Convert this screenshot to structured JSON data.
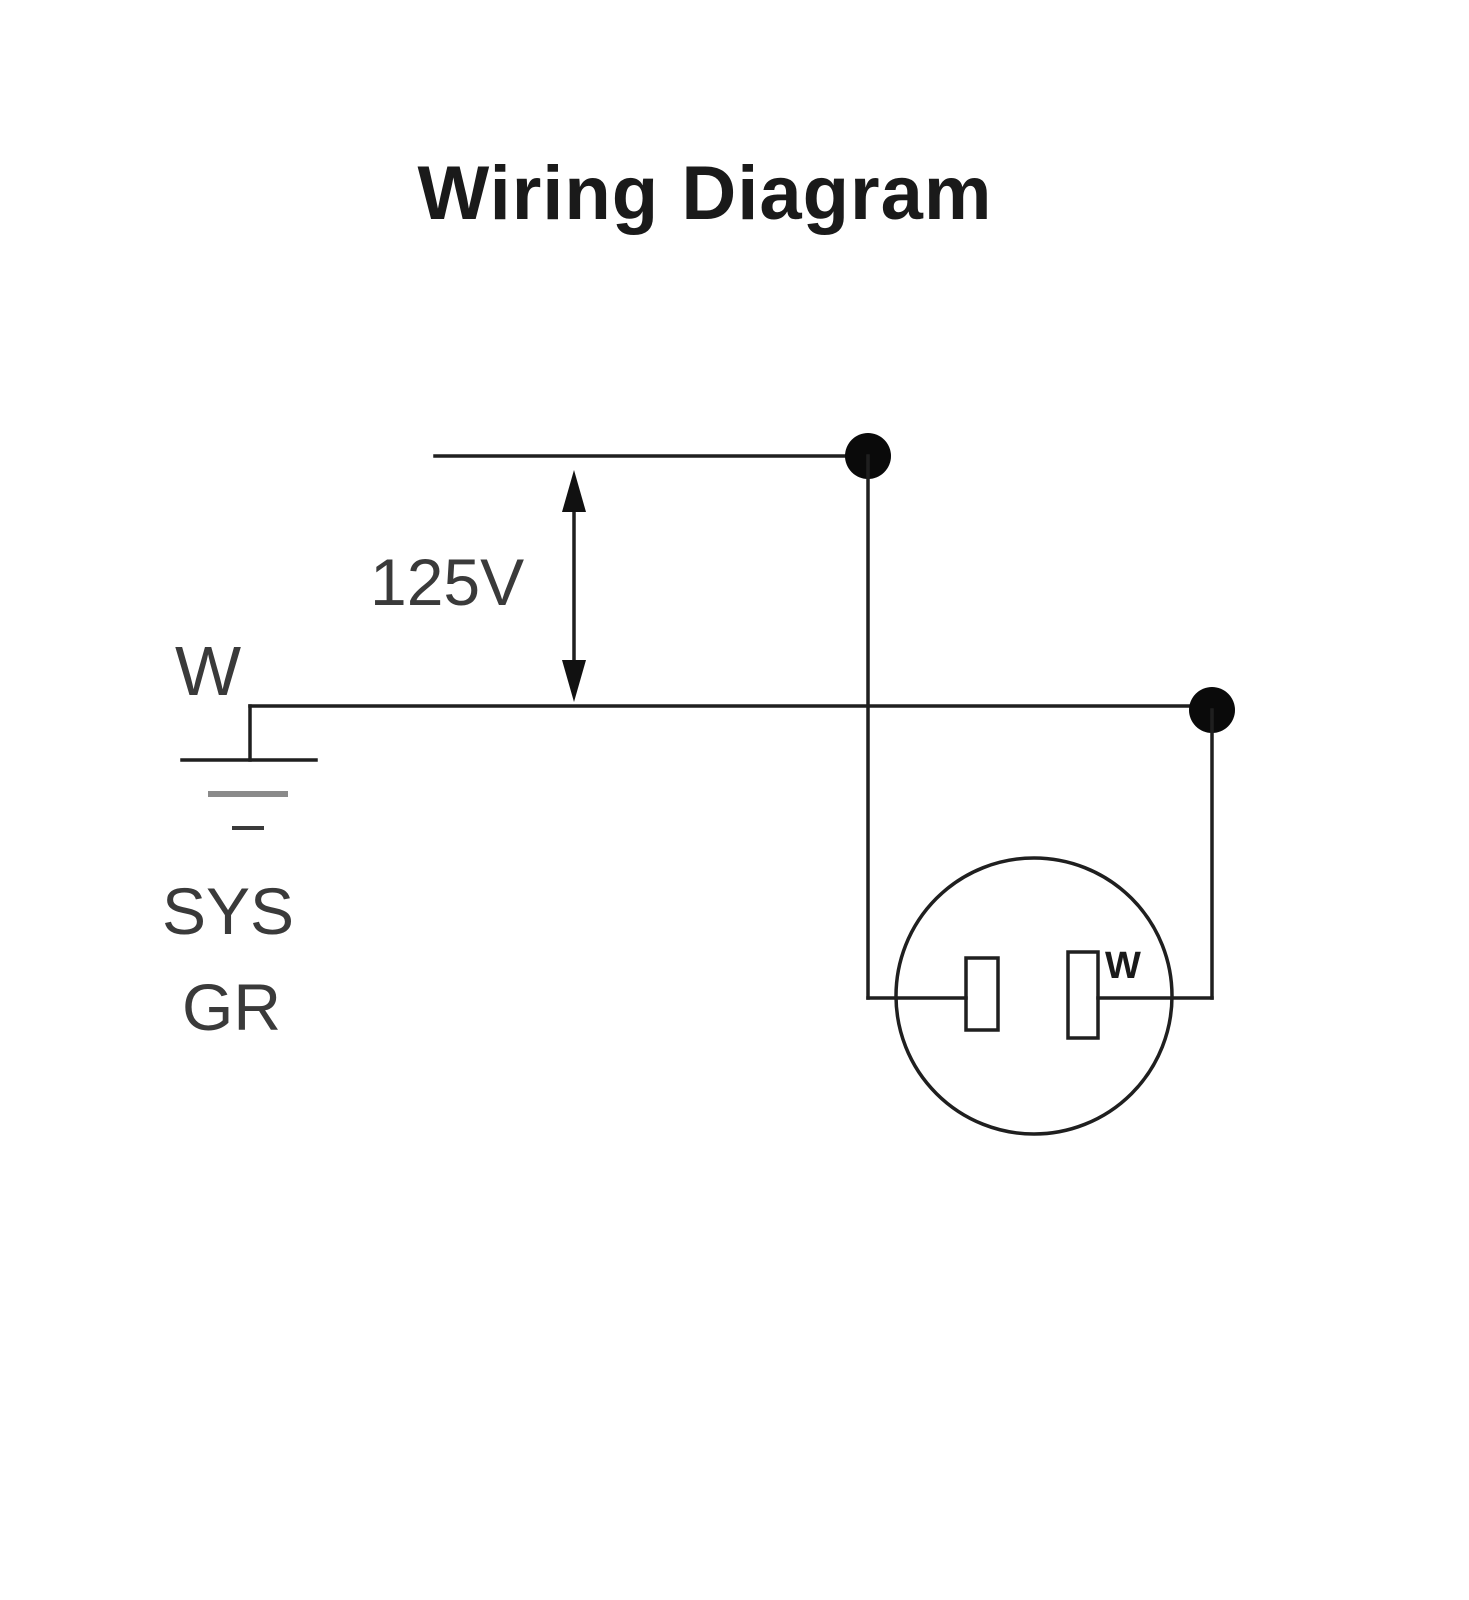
{
  "title": "Wiring Diagram",
  "voltage_label": "125V",
  "neutral_label": "W",
  "ground_label_line1": "SYS",
  "ground_label_line2": "GR",
  "terminal_label": "W"
}
